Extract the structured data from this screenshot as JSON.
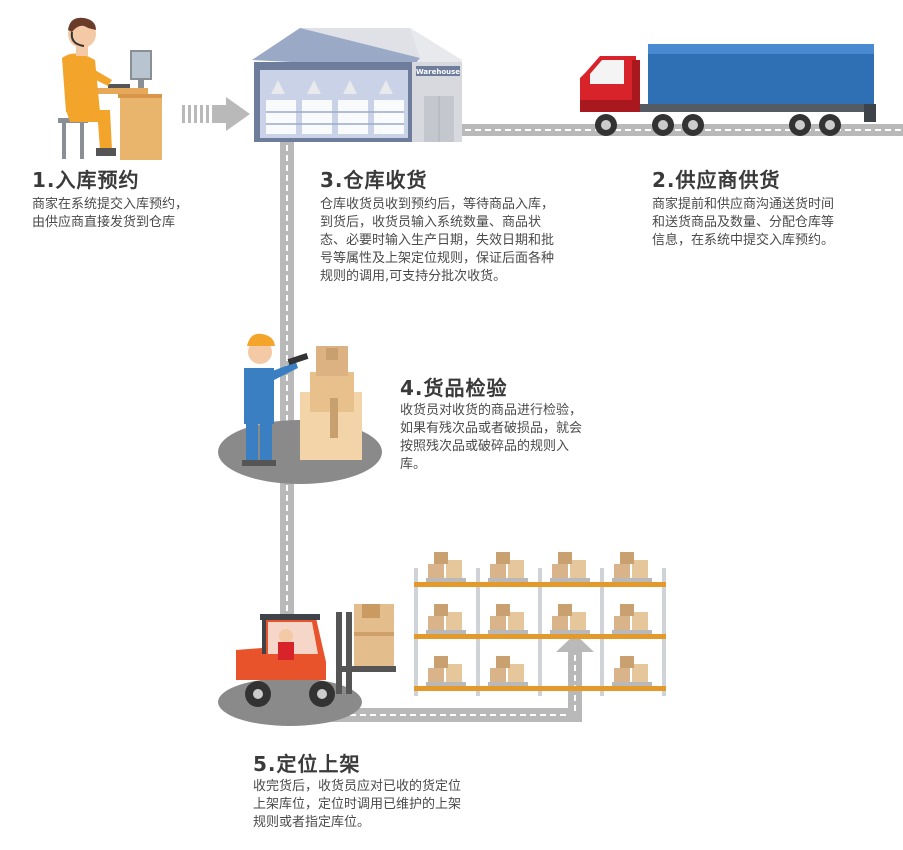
{
  "warehouse_sign": "Warehouse",
  "steps": [
    {
      "title": "1.入库预约",
      "desc": "商家在系统提交入库预约，由供应商直接发货到仓库"
    },
    {
      "title": "2.供应商供货",
      "desc": "商家提前和供应商沟通送货时间和送货商品及数量、分配仓库等信息，在系统中提交入库预约。"
    },
    {
      "title": "3.仓库收货",
      "desc": "仓库收货员收到预约后，等待商品入库，到货后，收货员输入系统数量、商品状态、必要时输入生产日期，失效日期和批号等属性及上架定位规则，保证后面各种规则的调用,可支持分批次收货。"
    },
    {
      "title": "4.货品检验",
      "desc": "收货员对收货的商品进行检验，如果有残次品或者破损品，就会按照残次品或破碎品的规则入库。"
    },
    {
      "title": "5.定位上架",
      "desc": "收完货后，收货员应对已收的货定位上架库位，定位时调用已维护的上架规则或者指定库位。"
    }
  ],
  "colors": {
    "road": "#b9b9b9",
    "road_dash": "#ffffff",
    "truck_cab": "#d8232a",
    "trailer": "#2f6fb3",
    "forklift": "#e8532b",
    "shelf": "#e39a2b",
    "box": "#d9b48a",
    "worker_vest": "#f2a52a"
  }
}
